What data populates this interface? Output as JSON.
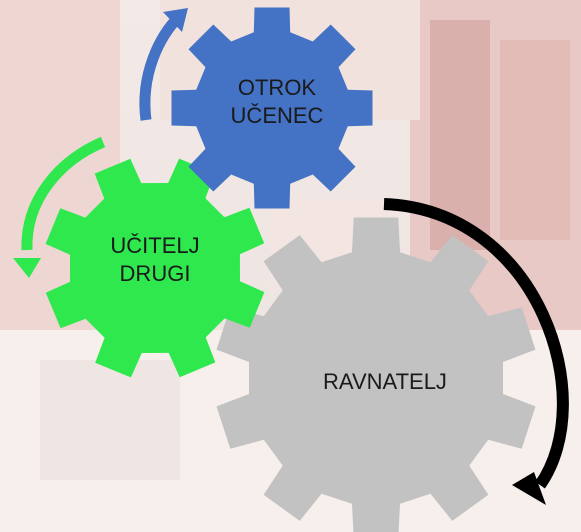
{
  "gears": [
    {
      "id": "blue",
      "lines": [
        "OTROK",
        "UČENEC"
      ],
      "color": "#4472c4"
    },
    {
      "id": "green",
      "lines": [
        "UČITELJ",
        "DRUGI"
      ],
      "color": "#2ee84d"
    },
    {
      "id": "gray",
      "lines": [
        "RAVNATELJ"
      ],
      "color": "#c2c2c2"
    }
  ],
  "arrows": [
    {
      "id": "blue-arrow",
      "color": "#4472c4"
    },
    {
      "id": "green-arrow",
      "color": "#2ee84d"
    },
    {
      "id": "black-arrow",
      "color": "#000000"
    }
  ]
}
